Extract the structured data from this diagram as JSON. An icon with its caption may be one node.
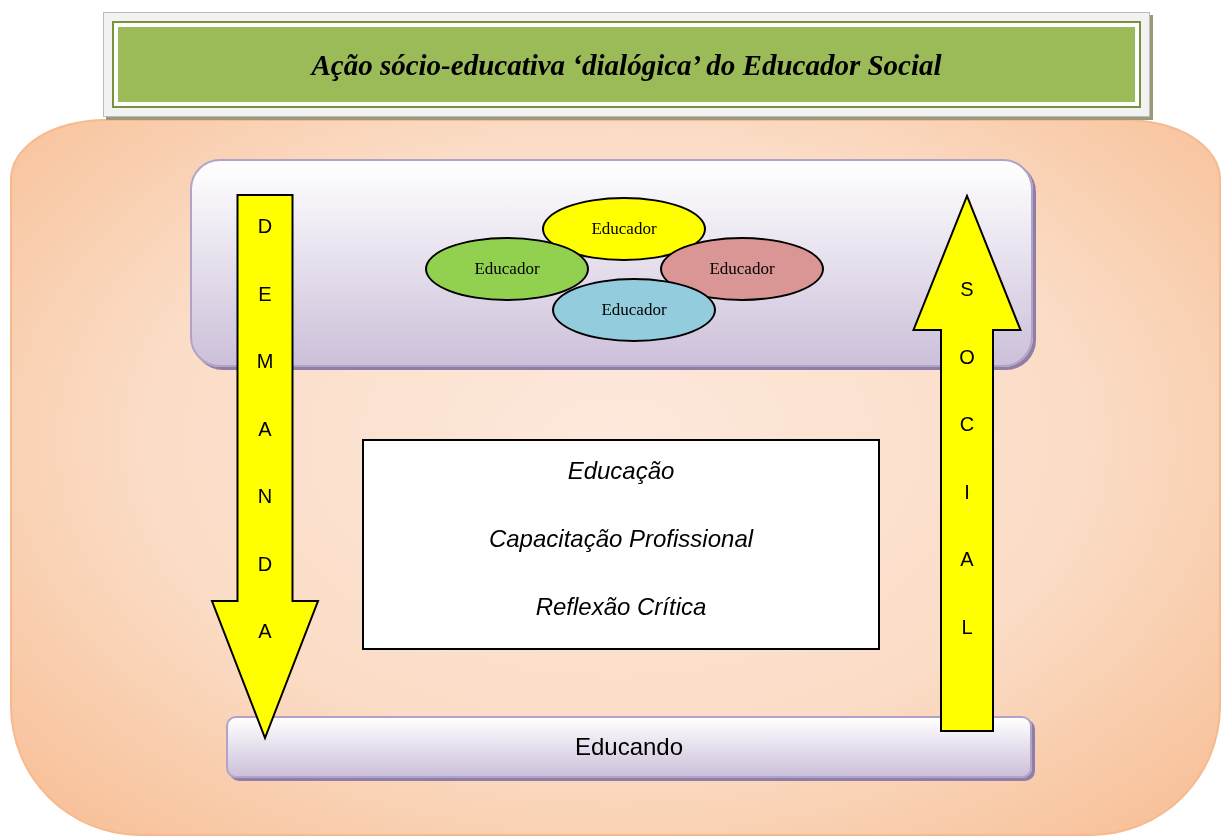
{
  "diagram": {
    "title": "Ação sócio-educativa ‘dialógica’ do Educador Social",
    "nodes": [
      {
        "text": [],
        "shape": "box"
      },
      {
        "text": [],
        "shape": "box",
        "in": 0
      },
      {
        "text": [
          "Educador"
        ],
        "in": 1
      },
      {
        "text": [
          "Educador"
        ],
        "in": 1
      },
      {
        "text": [
          "Educador"
        ],
        "in": 1
      },
      {
        "text": [
          "Educador"
        ],
        "in": 1
      },
      {
        "text": [
          "Educação",
          "Capacitação Profissional",
          "Reflexão Crítica"
        ],
        "in": 0
      },
      {
        "text": [
          "Educando"
        ],
        "in": 0
      }
    ],
    "edges": [
      {
        "from": 1,
        "to": 7,
        "arrow": "to",
        "label": "DEMANDA"
      },
      {
        "from": 7,
        "to": 1,
        "arrow": "to",
        "label": "SOCIAL"
      }
    ]
  }
}
